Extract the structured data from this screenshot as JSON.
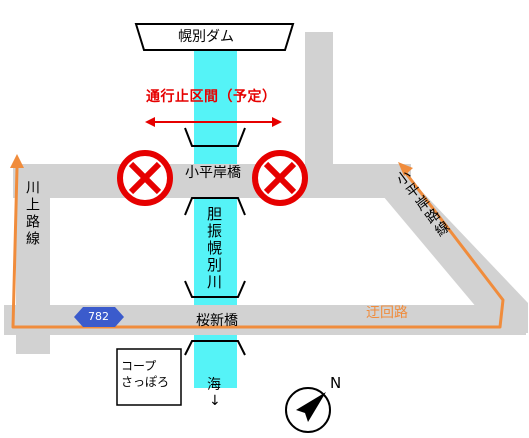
{
  "map": {
    "dam_label": "幌別ダム",
    "closure_label": "通行止区間（予定）",
    "bridge_kohira": "小平岸橋",
    "bridge_sakura": "桜新橋",
    "river_label": "胆振幌別川",
    "road_left": "川上路線",
    "road_right": "小平岸路線",
    "detour_label": "迂回路",
    "route_number": "782",
    "coop_label_line1": "コープ",
    "coop_label_line2": "さっぽろ",
    "sea_label": "海",
    "sea_arrow": "↓",
    "north_label": "N"
  },
  "colors": {
    "road": "#d2d2d2",
    "river": "#55f3f7",
    "closure": "#e60000",
    "detour": "#f08c3c",
    "route_badge": "#3b5bcc"
  },
  "icons": {
    "closure_mark": "no-entry-cross-icon",
    "north_arrow": "compass-north-arrow-icon"
  }
}
